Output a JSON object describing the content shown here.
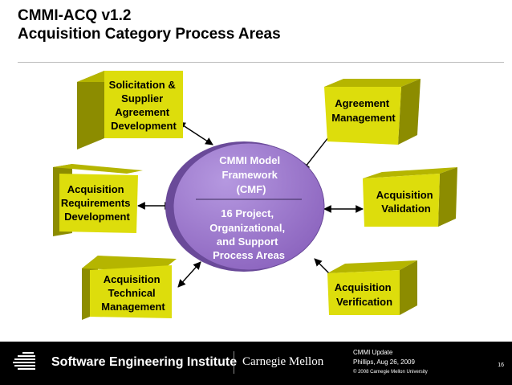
{
  "slide": {
    "title_line1": "CMMI-ACQ v1.2",
    "title_line2": "Acquisition Category Process Areas"
  },
  "center": {
    "top_lines": [
      "CMMI Model",
      "Framework",
      "(CMF)"
    ],
    "bottom_lines": [
      "16 Project,",
      "Organizational,",
      "and Support",
      "Process Areas"
    ]
  },
  "process_areas": {
    "solicitation": [
      "Solicitation &",
      "Supplier",
      "Agreement",
      "Development"
    ],
    "agreement_mgmt": [
      "Agreement",
      "Management"
    ],
    "requirements": [
      "Acquisition",
      "Requirements",
      "Development"
    ],
    "validation": [
      "Acquisition",
      "Validation"
    ],
    "technical": [
      "Acquisition",
      "Technical",
      "Management"
    ],
    "verification": [
      "Acquisition",
      "Verification"
    ]
  },
  "colors": {
    "box_face": "#DDDD0C",
    "box_side": "#8C8C00",
    "box_top": "#B5B500",
    "center": "#9A74C9"
  },
  "footer": {
    "org": "Software Engineering Institute",
    "university": "Carnegie Mellon",
    "line1": "CMMI   Update",
    "line2": "Phillips, Aug 26, 2009",
    "copyright": "© 2008 Carnegie Mellon University",
    "page": "16"
  }
}
